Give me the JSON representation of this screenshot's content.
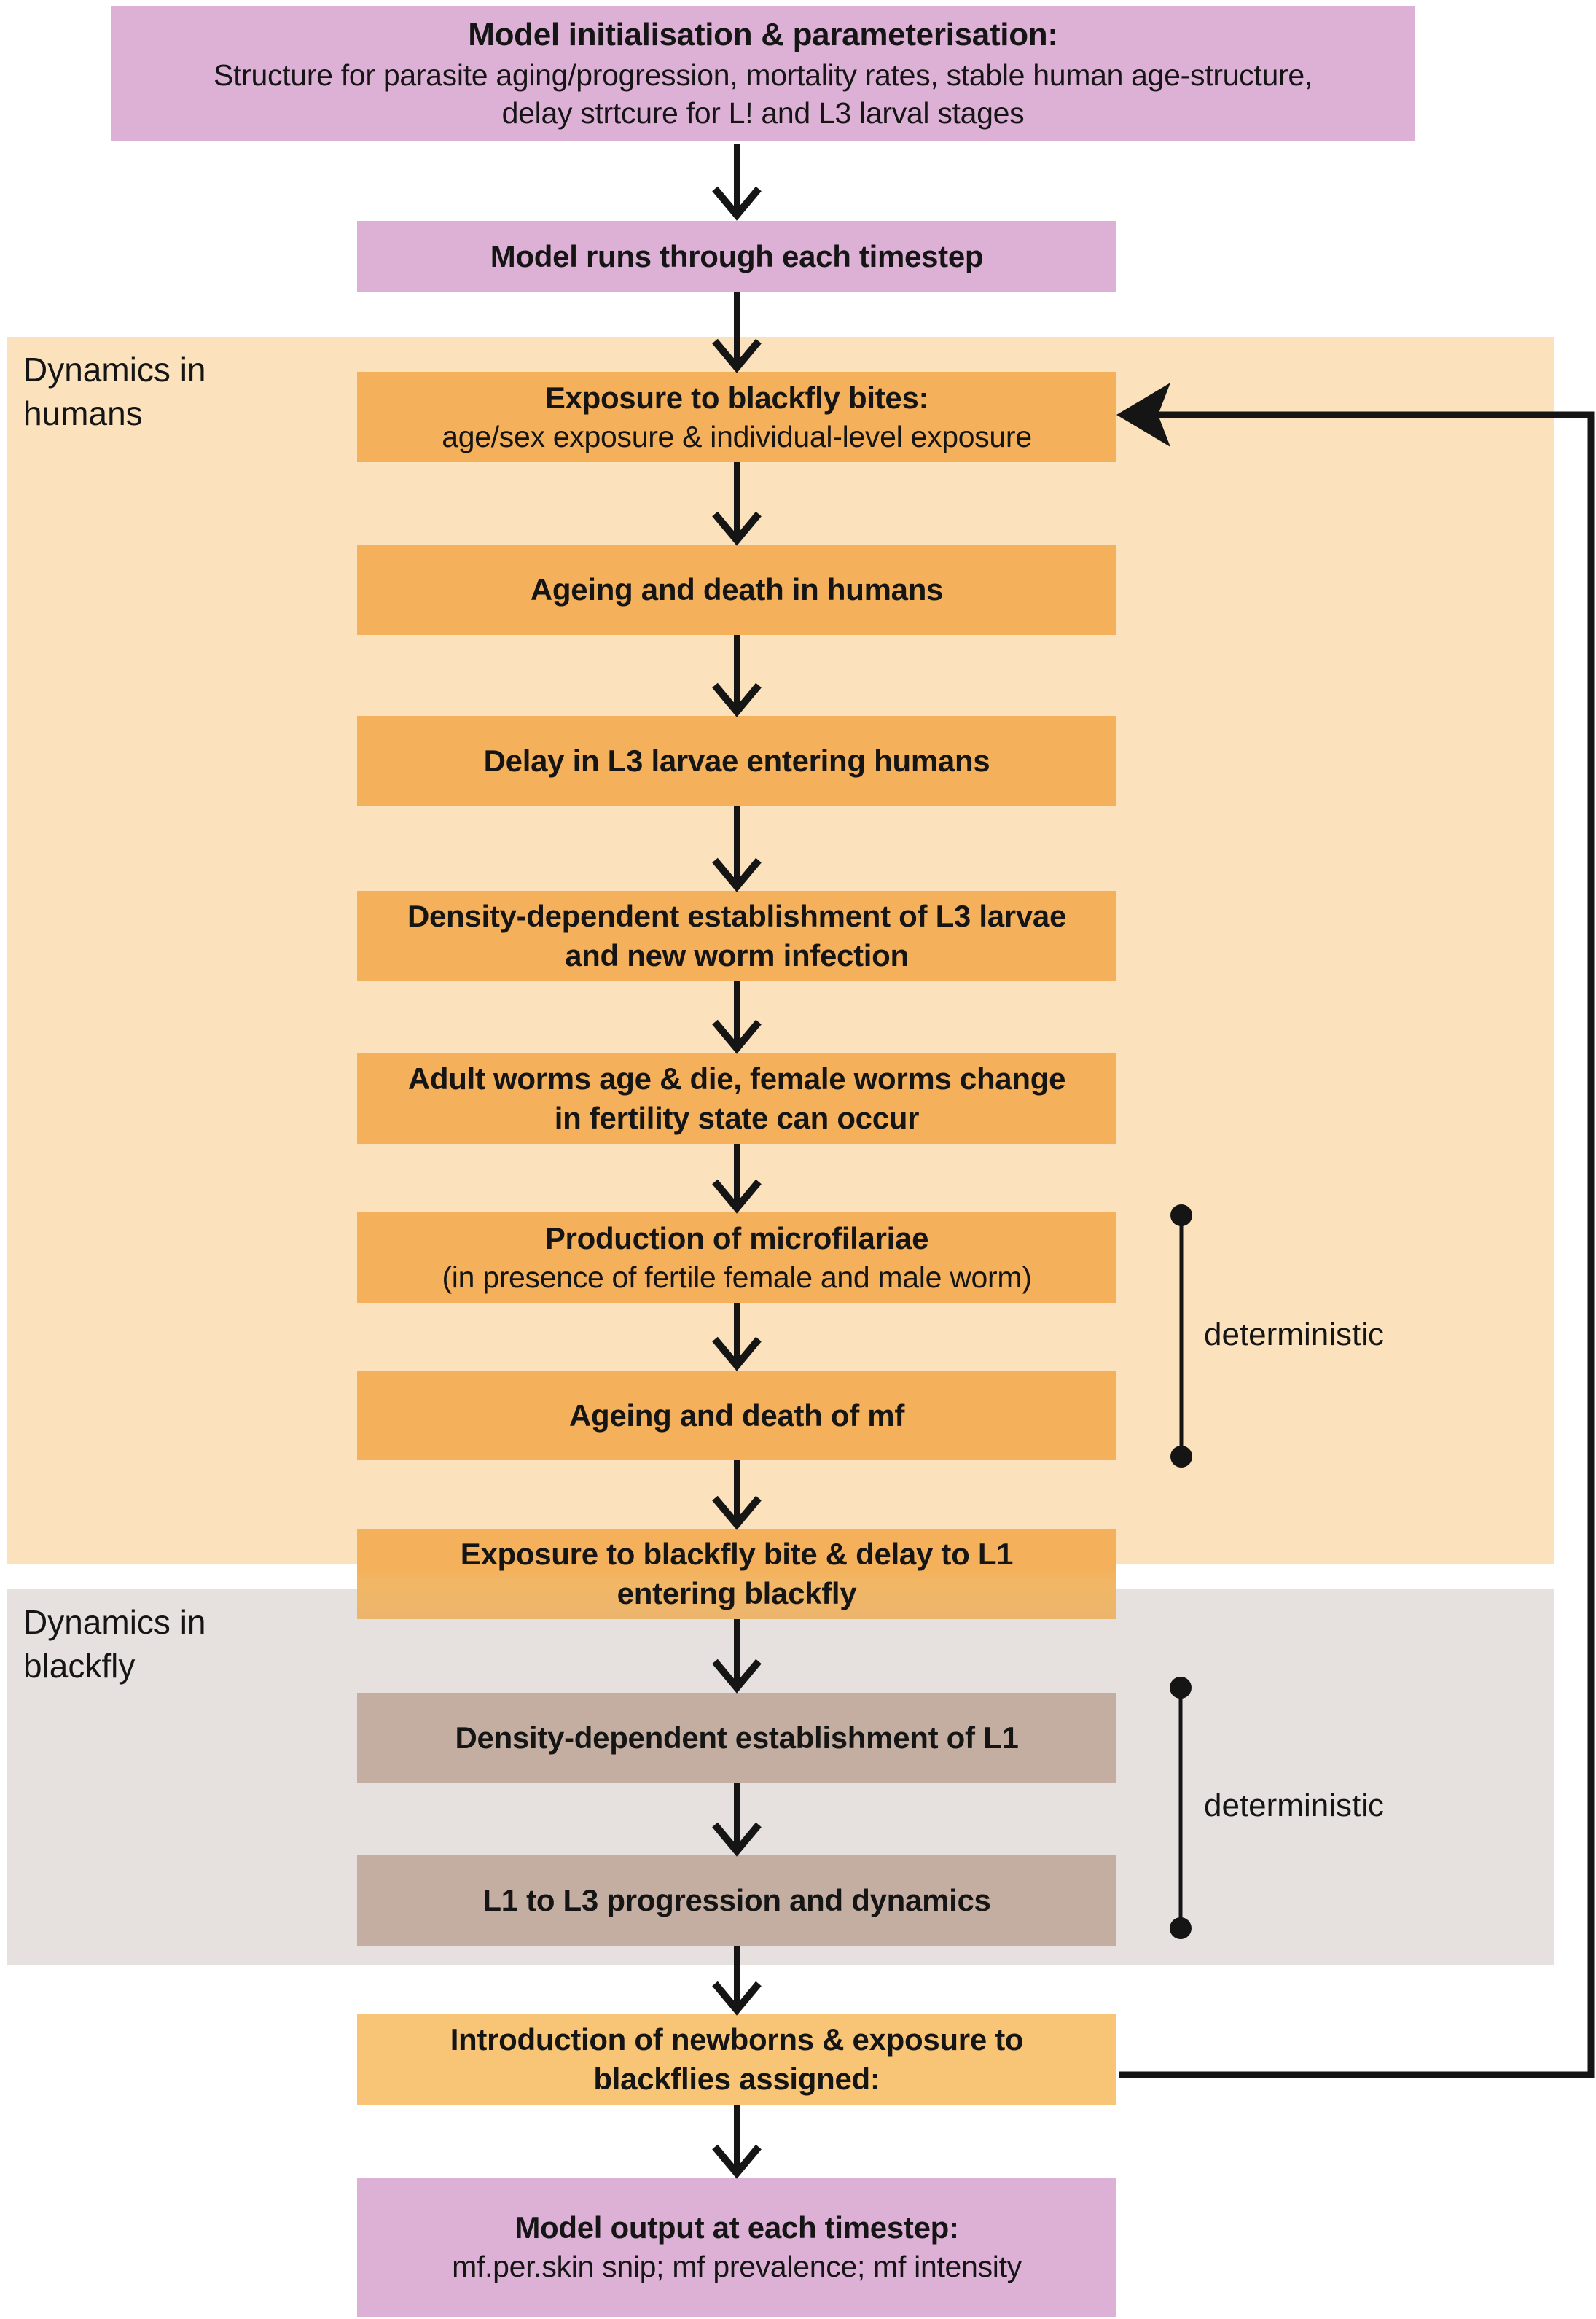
{
  "figure": {
    "boxes": {
      "init": {
        "title": "Model initialisation & parameterisation:",
        "line2": "Structure for parasite aging/progression, mortality rates, stable human age-structure,",
        "line3": "delay strtcure for L! and L3 larval stages"
      },
      "timestep": {
        "title": "Model runs through each timestep"
      },
      "exposure_bites": {
        "title": "Exposure to blackfly bites:",
        "subtitle": "age/sex exposure & individual-level exposure"
      },
      "ageing_death_humans": {
        "title": "Ageing and death in humans"
      },
      "delay_l3": {
        "title": "Delay in L3 larvae entering humans"
      },
      "dd_establishment_l3": {
        "title": "Density-dependent establishment of L3 larvae",
        "title2": "and new worm infection"
      },
      "adult_worms": {
        "title": "Adult worms age & die, female worms change",
        "title2": "in fertility state can occur"
      },
      "mf_production": {
        "title": "Production of microfilariae",
        "subtitle": "(in presence of fertile female and male worm)"
      },
      "ageing_death_mf": {
        "title": "Ageing and death of mf"
      },
      "exposure_delay_l1": {
        "title": "Exposure to blackfly bite & delay to L1",
        "title2": "entering blackfly"
      },
      "dd_establishment_l1": {
        "title": "Density-dependent establishment of L1"
      },
      "l1_l3_progression": {
        "title": "L1 to L3 progression and dynamics"
      },
      "newborns": {
        "title": "Introduction of newborns & exposure to",
        "title2": "blackflies assigned:"
      },
      "output": {
        "title": "Model output at each timestep:",
        "subtitle": "mf.per.skin snip; mf prevalence; mf intensity"
      }
    },
    "section_labels": {
      "humans": {
        "line1": "Dynamics in",
        "line2": "humans"
      },
      "blackfly": {
        "line1": "Dynamics in",
        "line2": "blackfly"
      }
    },
    "annotations": {
      "deterministic_humans": "deterministic",
      "deterministic_blackfly": "deterministic"
    },
    "colors": {
      "pink": "#ddb0d5",
      "orange": "#f4b05a",
      "orange_light": "#f8c476",
      "tan": "#c4aea1",
      "humans_panel": "#fbe2bd",
      "blackfly_panel": "#e6e1de",
      "ink": "#151515"
    }
  }
}
